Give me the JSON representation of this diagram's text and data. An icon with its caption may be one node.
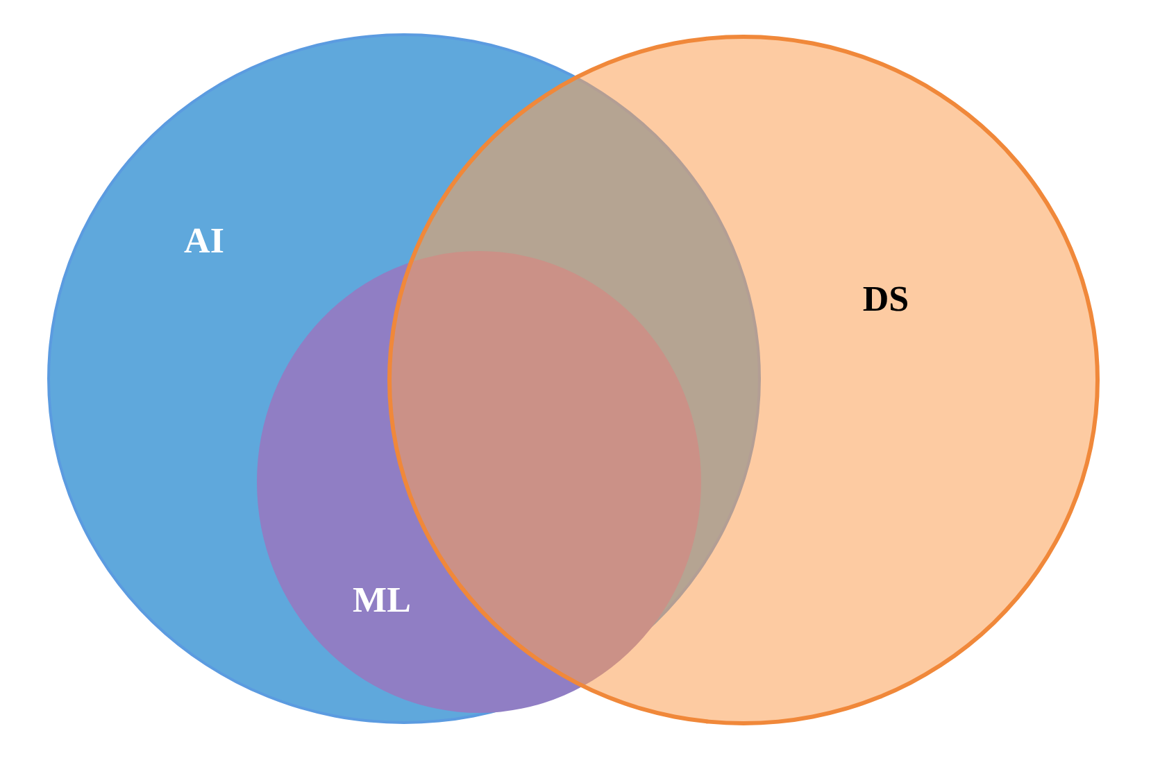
{
  "diagram": {
    "nodes": [
      {
        "text": [
          "AI"
        ]
      },
      {
        "text": [
          "ML"
        ],
        "in": 0
      },
      {
        "text": [
          "DS"
        ]
      }
    ]
  }
}
